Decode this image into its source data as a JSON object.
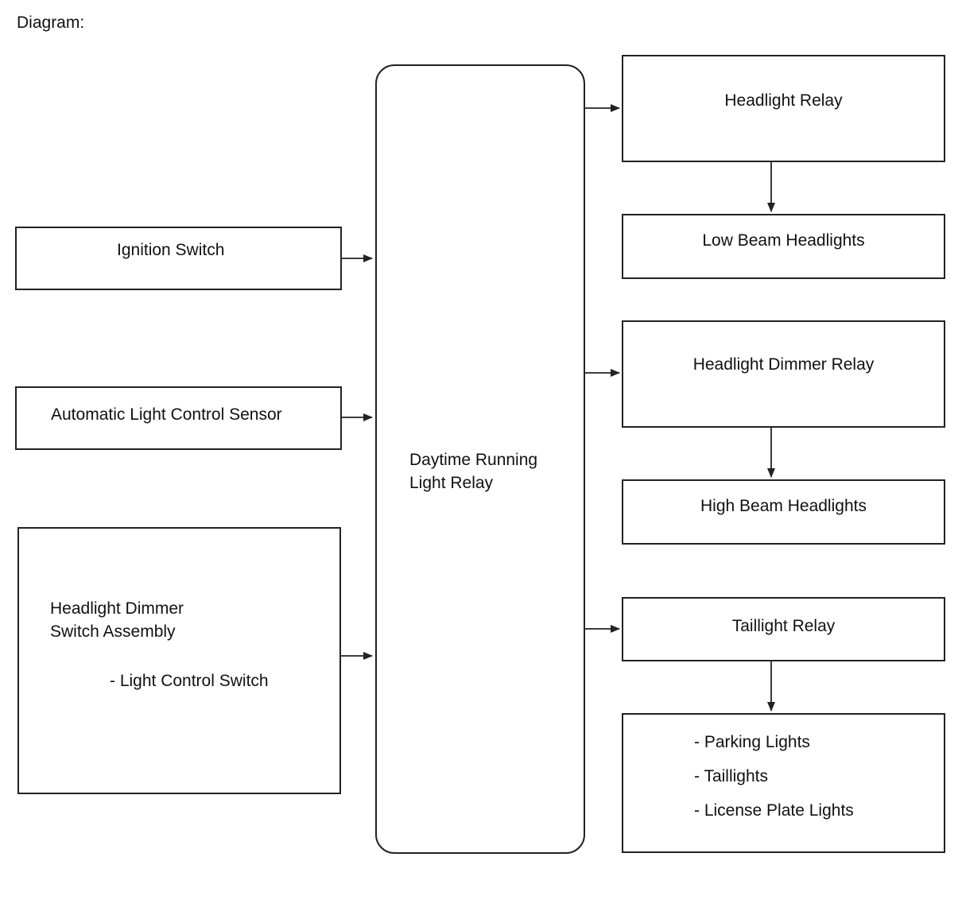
{
  "heading": "Diagram:",
  "inputs": {
    "ignition_switch": "Ignition Switch",
    "automatic_light_control_sensor": "Automatic Light Control Sensor",
    "headlight_dimmer_switch_assembly": {
      "title_line1": "Headlight Dimmer",
      "title_line2": "Switch Assembly",
      "sub_item": "- Light Control Switch"
    }
  },
  "center": {
    "line1": "Daytime Running",
    "line2": "Light Relay"
  },
  "outputs": {
    "headlight_relay": "Headlight Relay",
    "low_beam_headlights": "Low Beam Headlights",
    "headlight_dimmer_relay": "Headlight Dimmer Relay",
    "high_beam_headlights": "High Beam Headlights",
    "taillight_relay": "Taillight Relay",
    "lamp_group": [
      "- Parking Lights",
      "- Taillights",
      "- License Plate Lights"
    ]
  },
  "colors": {
    "stroke": "#222222",
    "text": "#111111",
    "background": "#ffffff"
  }
}
